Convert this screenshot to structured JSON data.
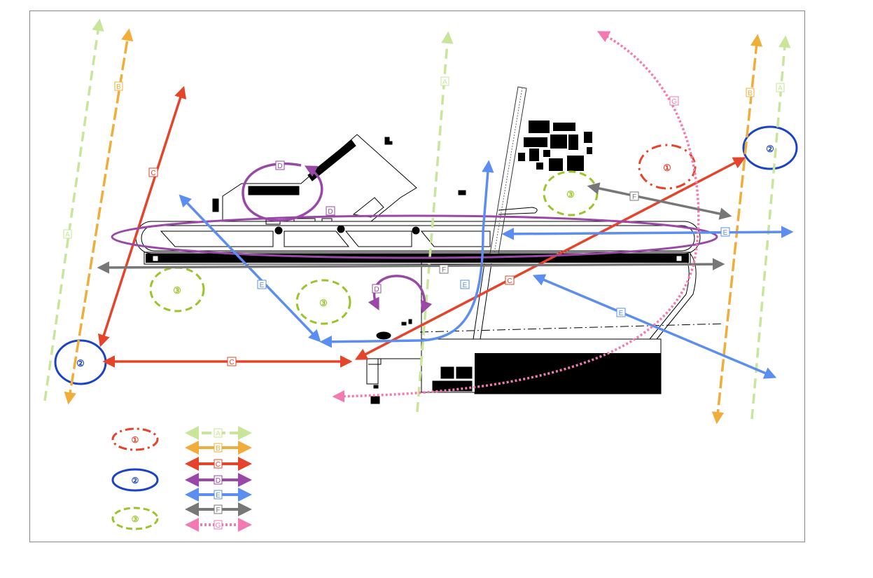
{
  "colors": {
    "A": "#c8e59a",
    "B": "#f0ad3a",
    "C": "#e5432a",
    "D": "#9a48a8",
    "E": "#5b8ef0",
    "F": "#777777",
    "G": "#f37ab0",
    "zone1": "#e5432a",
    "zone2": "#1a43c8",
    "zone3": "#9cc42a",
    "airfield": "#000000"
  },
  "legend": {
    "zones": [
      {
        "key": "zone1",
        "label": "①",
        "style": "dashed"
      },
      {
        "key": "zone2",
        "label": "②",
        "style": "solid"
      },
      {
        "key": "zone3",
        "label": "③",
        "style": "dashed"
      }
    ],
    "arrows": [
      {
        "key": "A",
        "label": "A",
        "style": "dashed"
      },
      {
        "key": "B",
        "label": "B",
        "style": "solid"
      },
      {
        "key": "C",
        "label": "C",
        "style": "solid"
      },
      {
        "key": "D",
        "label": "D",
        "style": "solid"
      },
      {
        "key": "E",
        "label": "E",
        "style": "solid"
      },
      {
        "key": "F",
        "label": "F",
        "style": "solid"
      },
      {
        "key": "G",
        "label": "G",
        "style": "dotted"
      }
    ]
  },
  "map_labels": {
    "A": "A",
    "B": "B",
    "C": "C",
    "D": "D",
    "E": "E",
    "F": "F",
    "G": "G",
    "zone1": "①",
    "zone2": "②",
    "zone3": "③"
  }
}
